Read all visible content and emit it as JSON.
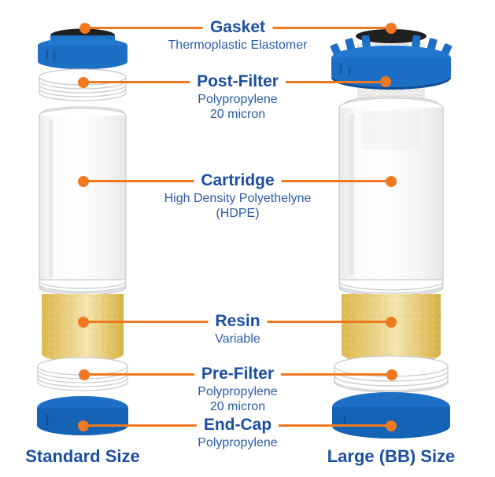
{
  "parts": [
    {
      "name": "Gasket",
      "line1": "Thermoplastic Elastomer",
      "line2": ""
    },
    {
      "name": "Post-Filter",
      "line1": "Polypropylene",
      "line2": "20 micron"
    },
    {
      "name": "Cartridge",
      "line1": "High Density Polyethelyne",
      "line2": "(HDPE)"
    },
    {
      "name": "Resin",
      "line1": "Variable",
      "line2": ""
    },
    {
      "name": "Pre-Filter",
      "line1": "Polypropylene",
      "line2": "20 micron"
    },
    {
      "name": "End-Cap",
      "line1": "Polypropylene",
      "line2": ""
    }
  ],
  "sizes": {
    "standard": "Standard Size",
    "large": "Large (BB) Size"
  },
  "colors": {
    "accent_orange": "#F0791F",
    "label_blue": "#1C4FA1",
    "sub_blue": "#2A5CA8",
    "cap_blue": "#1C6FC4",
    "cap_blue_light": "#2278CE",
    "cap_blue_dark": "#0F4E96",
    "resin_yellow": "#E8CC74",
    "gasket_black": "#202020"
  }
}
